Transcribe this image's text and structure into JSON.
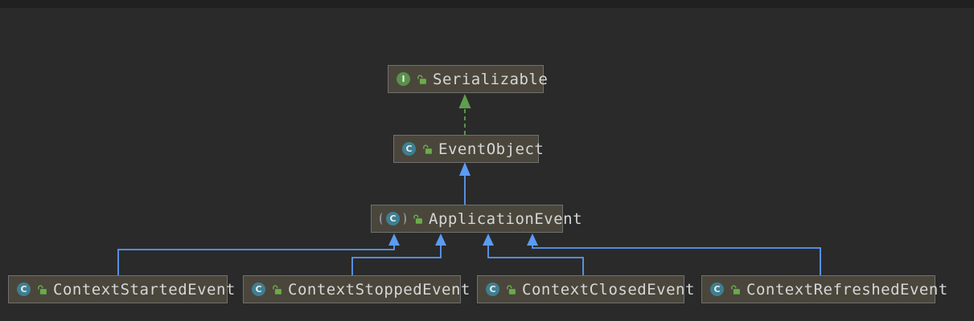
{
  "diagram": {
    "tool": "uml-class-diagram",
    "nodes": [
      {
        "id": "serializable",
        "label": "Serializable",
        "kind": "interface",
        "icon_letter": "I",
        "abstract": false,
        "visibility": "public"
      },
      {
        "id": "event-object",
        "label": "EventObject",
        "kind": "class",
        "icon_letter": "C",
        "abstract": false,
        "visibility": "public"
      },
      {
        "id": "application-event",
        "label": "ApplicationEvent",
        "kind": "abstract-class",
        "icon_letter": "C",
        "abstract": true,
        "visibility": "public"
      },
      {
        "id": "context-started-event",
        "label": "ContextStartedEvent",
        "kind": "class",
        "icon_letter": "C",
        "abstract": false,
        "visibility": "public"
      },
      {
        "id": "context-stopped-event",
        "label": "ContextStoppedEvent",
        "kind": "class",
        "icon_letter": "C",
        "abstract": false,
        "visibility": "public"
      },
      {
        "id": "context-closed-event",
        "label": "ContextClosedEvent",
        "kind": "class",
        "icon_letter": "C",
        "abstract": false,
        "visibility": "public"
      },
      {
        "id": "context-refreshed-event",
        "label": "ContextRefreshedEvent",
        "kind": "class",
        "icon_letter": "C",
        "abstract": false,
        "visibility": "public"
      }
    ],
    "edges": [
      {
        "from": "EventObject",
        "to": "Serializable",
        "type": "implements"
      },
      {
        "from": "ApplicationEvent",
        "to": "EventObject",
        "type": "extends"
      },
      {
        "from": "ContextStartedEvent",
        "to": "ApplicationEvent",
        "type": "extends"
      },
      {
        "from": "ContextStoppedEvent",
        "to": "ApplicationEvent",
        "type": "extends"
      },
      {
        "from": "ContextClosedEvent",
        "to": "ApplicationEvent",
        "type": "extends"
      },
      {
        "from": "ContextRefreshedEvent",
        "to": "ApplicationEvent",
        "type": "extends"
      }
    ],
    "colors": {
      "background": "#2a2a2a",
      "node_fill": "#4a463c",
      "node_border": "#707070",
      "node_text": "#d6d6d6",
      "extends_edge": "#5a9bf5",
      "implements_edge": "#5f9e4d",
      "class_icon": "#3e7f91",
      "interface_icon": "#59914a",
      "lock_icon": "#6aab49"
    }
  }
}
